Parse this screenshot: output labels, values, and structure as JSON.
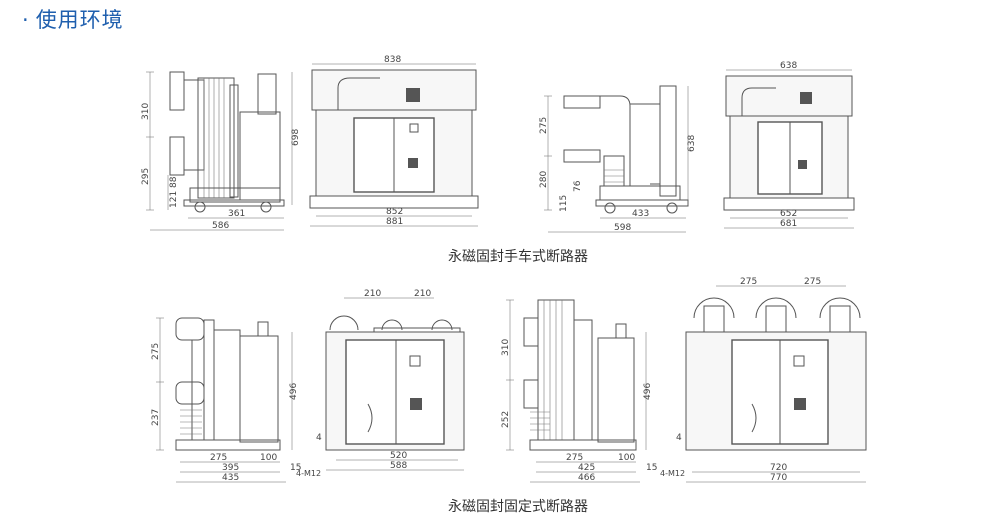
{
  "section": {
    "bullet": "·",
    "title": "使用环境"
  },
  "captions": {
    "handcart": "永磁固封手车式断路器",
    "fixed": "永磁固封固定式断路器"
  },
  "dims": {
    "a1": {
      "v1": "310",
      "v2": "295",
      "v3": "88",
      "v4": "121",
      "w1": "361",
      "w2": "586",
      "h": "698"
    },
    "a2": {
      "top": "838",
      "w1": "852",
      "w2": "881"
    },
    "a3": {
      "v1": "275",
      "v2": "280",
      "v3": "76",
      "v4": "115",
      "w1": "433",
      "w2": "598",
      "h": "638"
    },
    "a4": {
      "top": "638",
      "w1": "652",
      "w2": "681"
    },
    "b1": {
      "v1": "275",
      "v2": "237",
      "w1": "275",
      "w2": "100",
      "w3": "395",
      "w4": "435",
      "h": "496",
      "t": "15"
    },
    "b2": {
      "p1": "210",
      "p2": "210",
      "w1": "520",
      "w2": "588",
      "t": "4",
      "m": "4-M12"
    },
    "b3": {
      "v1": "310",
      "v2": "252",
      "w1": "275",
      "w2": "100",
      "w3": "425",
      "w4": "466",
      "h": "496",
      "t": "15"
    },
    "b4": {
      "p1": "275",
      "p2": "275",
      "w1": "720",
      "w2": "770",
      "t": "4",
      "m": "4-M12"
    }
  }
}
